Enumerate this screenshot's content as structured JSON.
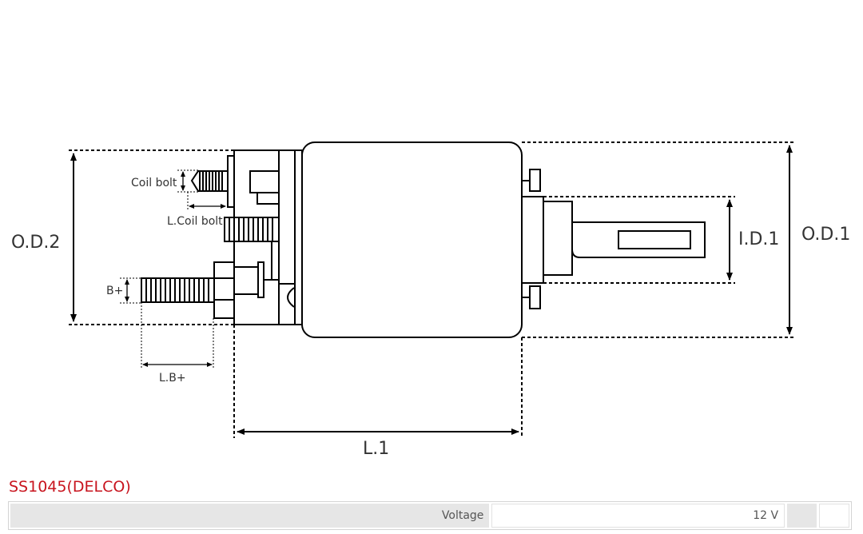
{
  "diagram": {
    "labels": {
      "od2": "O.D.2",
      "od1": "O.D.1",
      "id1": "I.D.1",
      "coil_bolt": "Coil bolt",
      "l_coil_bolt": "L.Coil bolt",
      "b_plus": "B+",
      "l_b_plus": "L.B+",
      "l1": "L.1"
    }
  },
  "product": {
    "title": "SS1045(DELCO)"
  },
  "specs": [
    {
      "label": "Voltage",
      "value": "12 V"
    }
  ]
}
